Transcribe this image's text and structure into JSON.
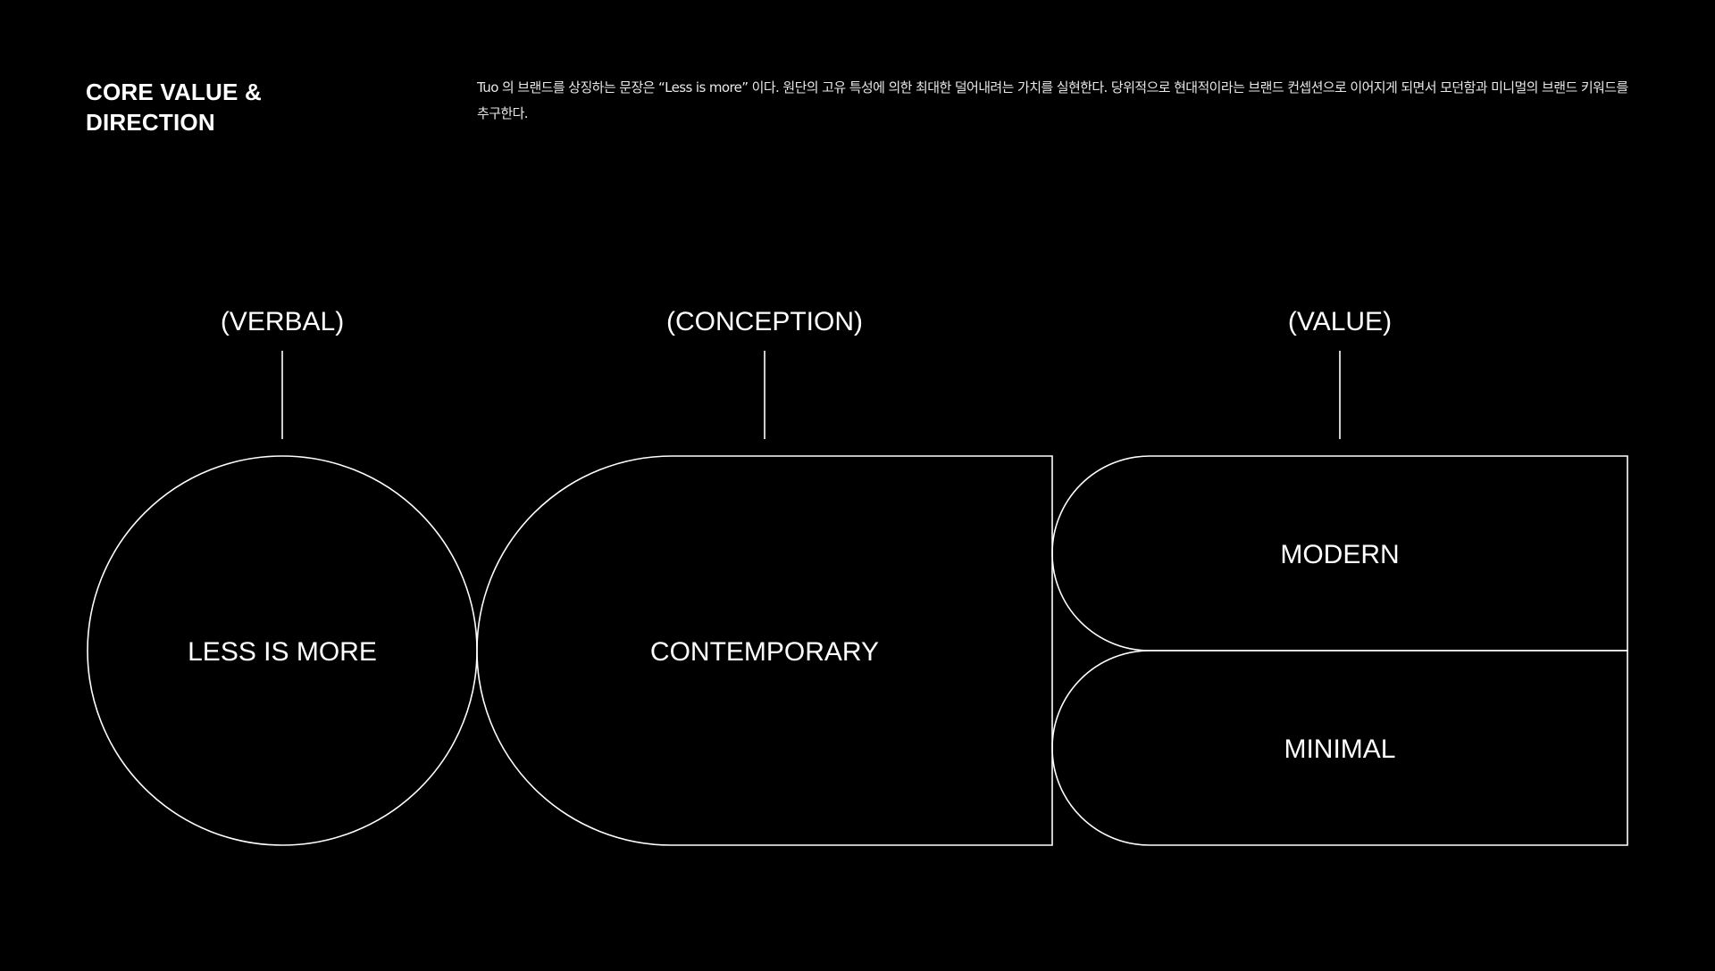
{
  "header": {
    "title": "CORE VALUE &\nDIRECTION",
    "description": "Tuo 의 브랜드를 상징하는 문장은 “Less is more” 이다. 원단의 고유 특성에 의한 최대한 덜어내려는 가치를 실현한다. 당위적으로 현대적이라는 브랜드 컨셉션으로 이어지게 되면서 모던함과 미니멀의 브랜드 키워드를 추구한다."
  },
  "diagram": {
    "categories": [
      {
        "label": "(VERBAL)"
      },
      {
        "label": "(CONCEPTION)"
      },
      {
        "label": "(VALUE)"
      }
    ],
    "shapes": {
      "circle_text": "LESS IS MORE",
      "conception_text": "CONTEMPORARY",
      "value_top_text": "MODERN",
      "value_bottom_text": "MINIMAL"
    }
  },
  "colors": {
    "background": "#000000",
    "stroke": "#ffffff",
    "text": "#ffffff"
  }
}
